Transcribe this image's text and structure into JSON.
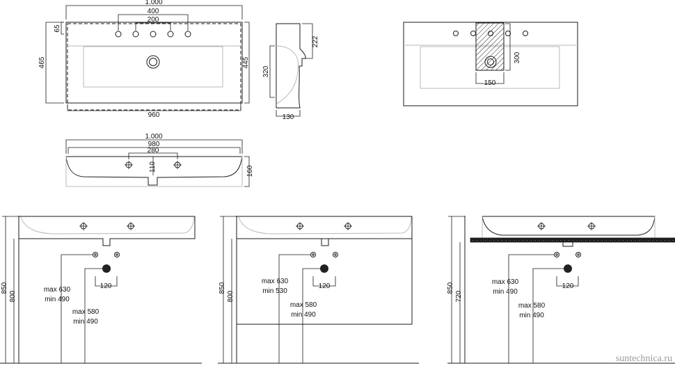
{
  "colors": {
    "line": "#1a1a1a",
    "background": "#ffffff",
    "watermark": "#9a9a9a",
    "hatch": "#222222",
    "countertop": "#1c1c1c"
  },
  "watermark": "suntechnica.ru",
  "top_view": {
    "dims": {
      "overall_width": "1.000",
      "tap_spread": "400",
      "inner_spread": "200",
      "top_offset": "65",
      "depth_total": "465",
      "depth_side": "445",
      "bottom_width": "960"
    }
  },
  "side_view": {
    "dims": {
      "top_height": "222",
      "body_height": "320",
      "base_depth": "130"
    }
  },
  "wall_view": {
    "dims": {
      "hatch_height": "300",
      "hatch_width": "150"
    }
  },
  "front_view": {
    "dims": {
      "overall_width": "1.000",
      "basin_width": "980",
      "hole_spread": "280",
      "drain_height": "110",
      "height": "160"
    }
  },
  "installations": [
    {
      "dims": {
        "height_total": "850",
        "height_rim": "800",
        "drain_spacing": "120"
      },
      "label_1": [
        "max 630",
        "min 490"
      ],
      "label_2": [
        "max 580",
        "min 490"
      ]
    },
    {
      "dims": {
        "height_total": "850",
        "height_rim": "800",
        "drain_spacing": "120"
      },
      "label_1": [
        "max 630",
        "min 530"
      ],
      "label_2": [
        "max 580",
        "min 490"
      ]
    },
    {
      "dims": {
        "height_total": "850",
        "height_rim": "720",
        "drain_spacing": "120"
      },
      "label_1": [
        "max 630",
        "min 490"
      ],
      "label_2": [
        "max 580",
        "min 490"
      ]
    }
  ]
}
